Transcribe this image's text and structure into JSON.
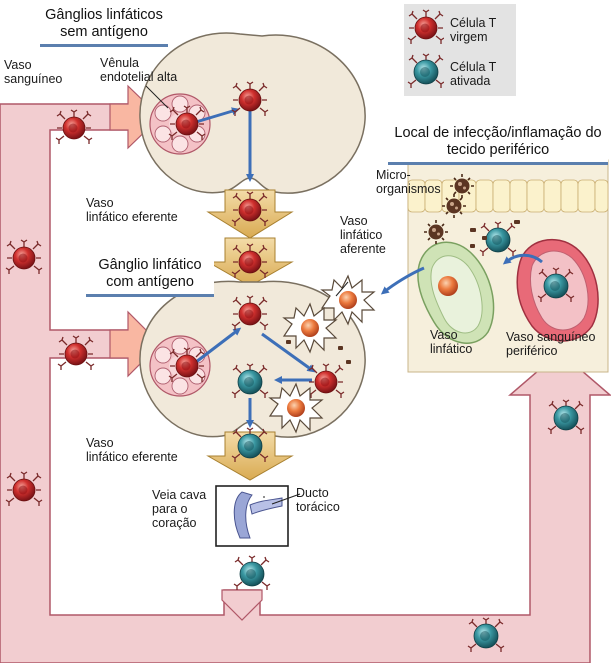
{
  "titles": {
    "lymph_node_no_antigen": "Gânglios linfáticos\nsem antígeno",
    "lymph_node_with_antigen": "Gânglio linfático\ncom antígeno",
    "infection_site": "Local de infecção/inflamação\ndo tecido periférico"
  },
  "legend": {
    "naive_t_cell": "Célula T\nvirgem",
    "activated_t_cell": "Célula T\nativada"
  },
  "labels": {
    "blood_vessel": "Vaso\nsanguíneo",
    "high_endothelial_venule": "Vênula\nendotelial alta",
    "efferent_lymphatic_1": "Vaso\nlinfático eferente",
    "efferent_lymphatic_2": "Vaso\nlinfático eferente",
    "afferent_lymphatic": "Vaso\nlinfático\naferente",
    "microorganisms": "Micro-\norganismos",
    "lymphatic_vessel": "Vaso\nlinfático",
    "peripheral_blood_vessel": "Vaso sanguíneo\nperiférico",
    "vena_cava": "Veia cava\npara o\ncoração",
    "thoracic_duct": "Ducto\ntorácico"
  },
  "colors": {
    "naive_cell": "#c8282a",
    "activated_cell": "#2f8e98",
    "vessel_fill": "#f2cdd0",
    "vessel_stroke": "#b05868",
    "node_fill": "#f1e9da",
    "node_stroke": "#7a7060",
    "arrow_blue": "#3d6fb8",
    "efferent_gold": "#dfb766",
    "tissue_bg": "#f6efdc",
    "title_underline": "#5b7fae"
  }
}
